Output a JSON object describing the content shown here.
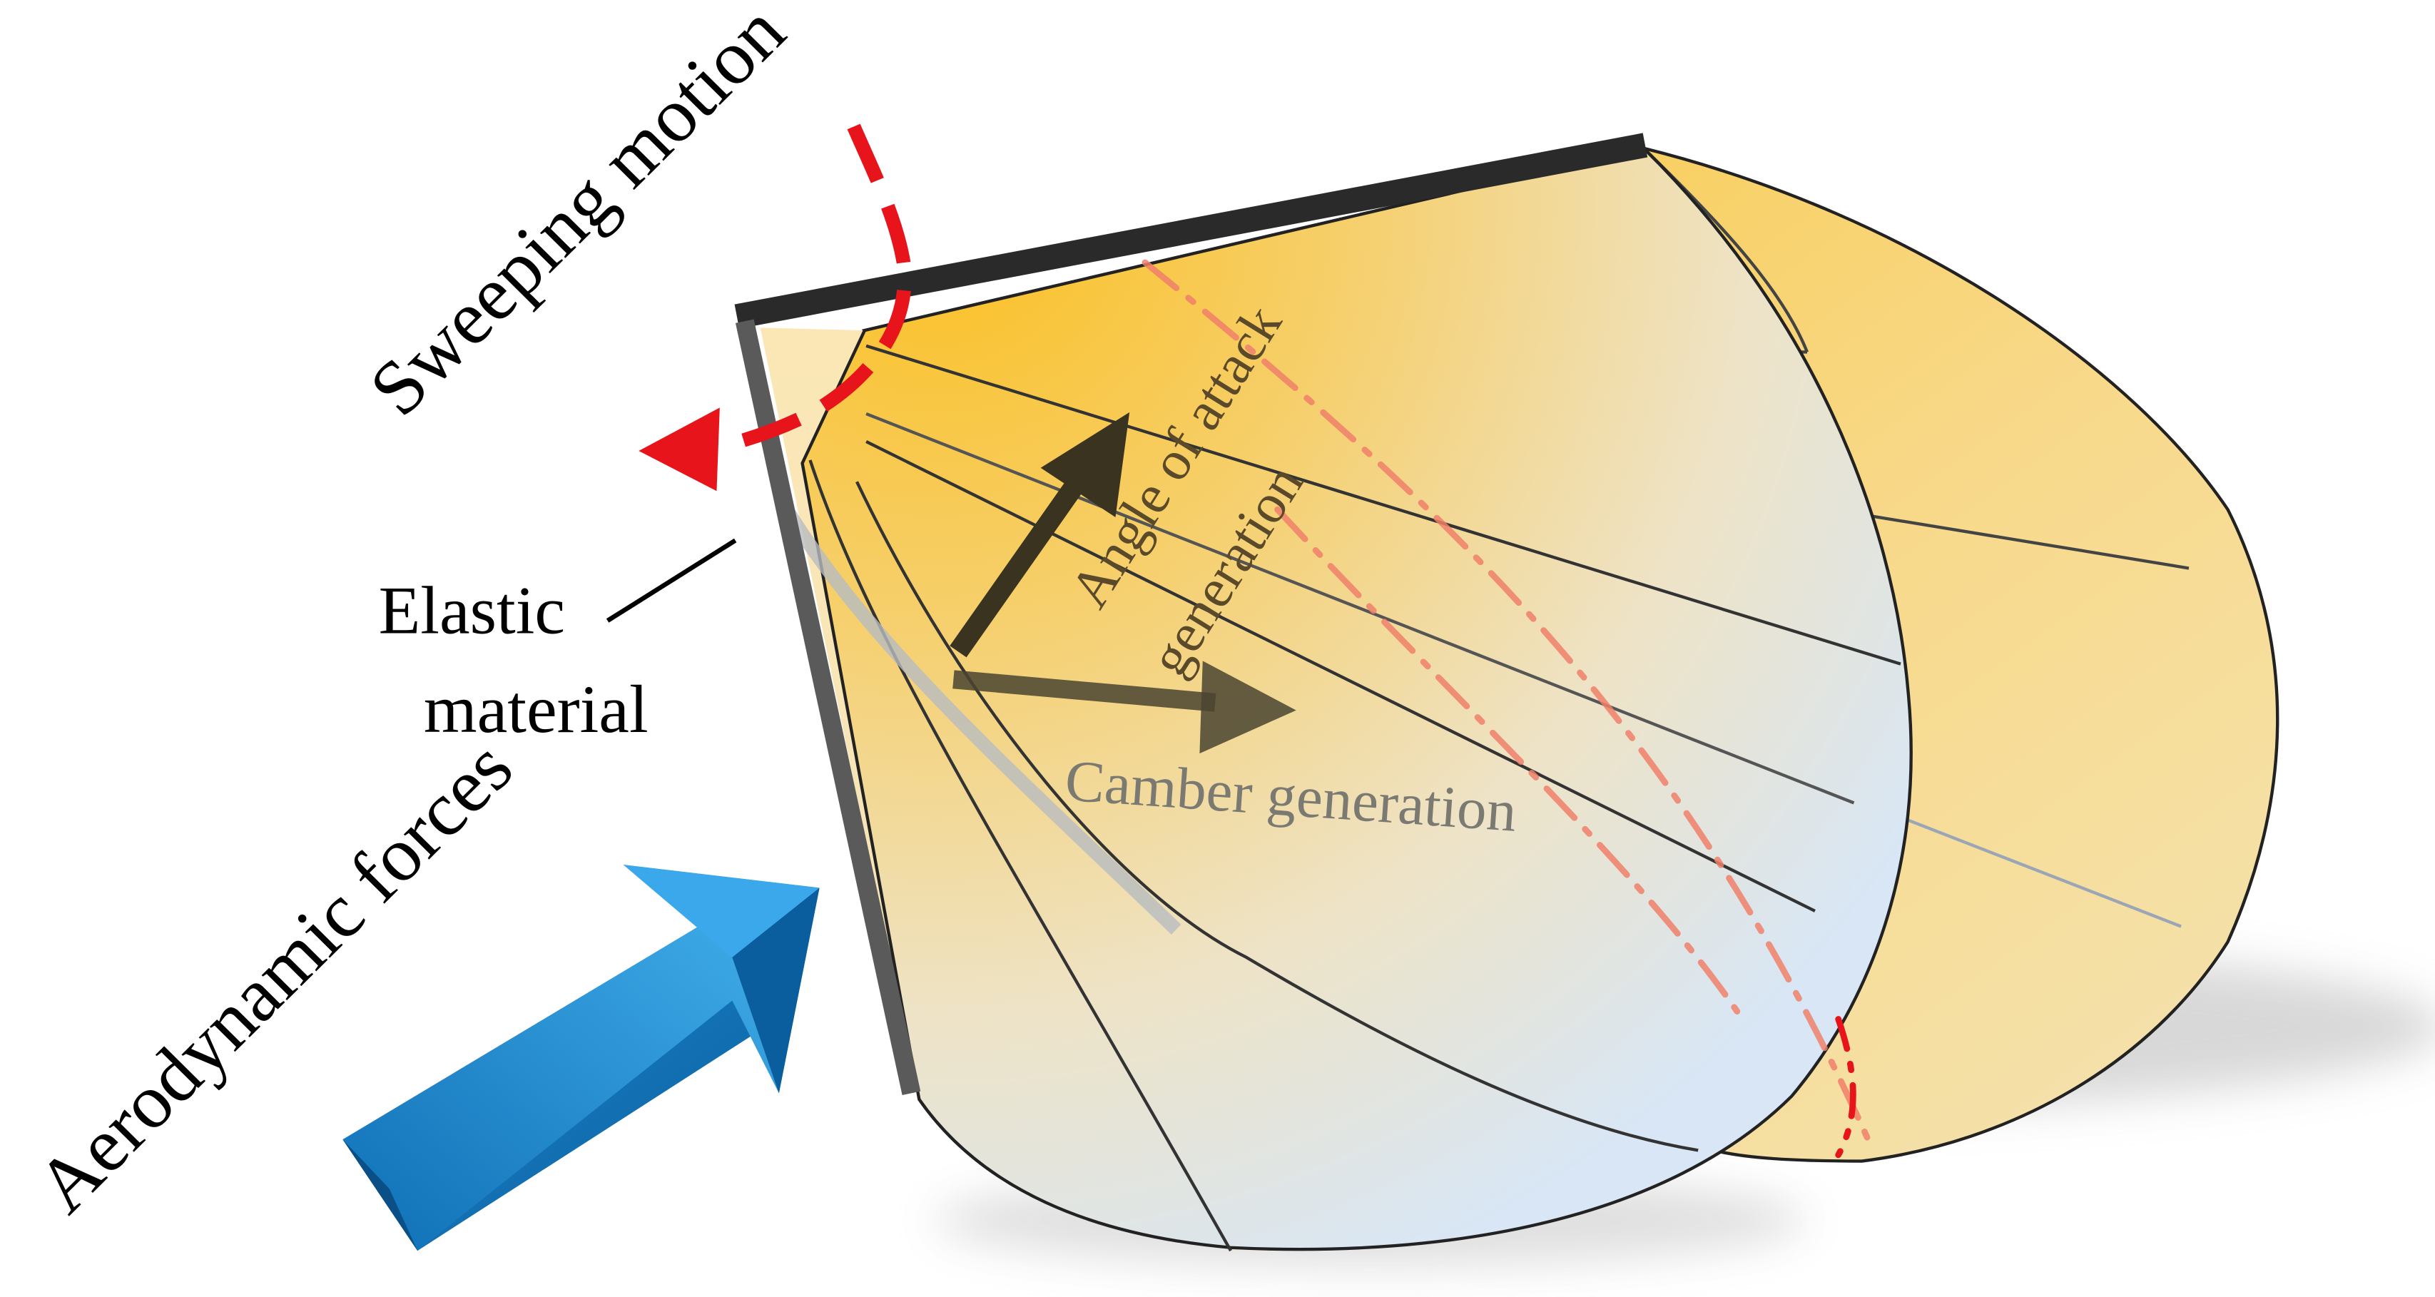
{
  "labels": {
    "sweeping_motion": "Sweeping motion",
    "elastic_line1": "Elastic",
    "elastic_line2": "material",
    "aero_forces": "Aerodynamic forces",
    "aoa_line1": "Angle of attack",
    "aoa_line2": "generation",
    "camber": "Camber generation"
  },
  "colors": {
    "membrane_light": "#fff6dc",
    "membrane_orange": "#fbbf1f",
    "membrane_blue": "#dbe8f6",
    "sweep_arrow": "#e8141c",
    "dash_dot_lines": "#f0806a",
    "aero_arrow": "#1e88d2",
    "deform_arrows": "#3a3320",
    "leading_edge": "#2a2a2a",
    "elastic_edge": "#5a5a5a",
    "text": "#000000",
    "annotation_text": "#7a7a72"
  },
  "icons": {
    "sweep": "curved-dashed-arrow-icon",
    "aero": "3d-block-arrow-icon",
    "deformation": "arrow-icon"
  }
}
